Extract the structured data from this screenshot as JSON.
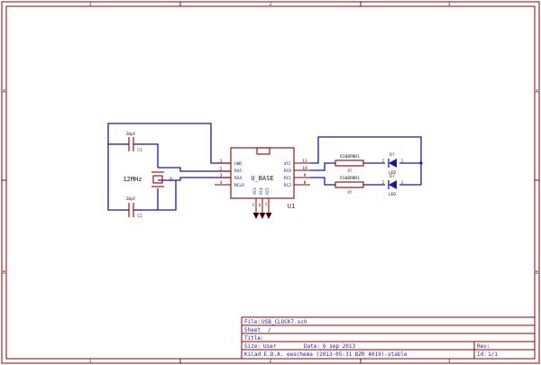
{
  "border": {
    "top_numbers": [
      "1",
      "2",
      "3"
    ],
    "bottom_numbers": [
      "1",
      "2",
      "3"
    ],
    "left_letters": [
      "A",
      "B"
    ],
    "right_letters": [
      "A",
      "B"
    ]
  },
  "oscillator": {
    "crystal_label": "12MHz",
    "crystal_ref": "X1",
    "cap_top_value": "20pF",
    "cap_top_ref": "C1",
    "cap_bottom_value": "20pF",
    "cap_bottom_ref": "C2"
  },
  "ic": {
    "name": "U_BASE",
    "ref": "U1",
    "left_pin_names": [
      "GND",
      "RA5",
      "RA4",
      "MCLR"
    ],
    "left_pin_numbers": [
      "1",
      "2",
      "3",
      "4"
    ],
    "right_pin_names": [
      "VCC",
      "RC0",
      "RC1",
      "RC2"
    ],
    "right_pin_numbers": [
      "11",
      "10",
      "9",
      "8"
    ],
    "bottom_pin_names": [
      "RC3",
      "RC4",
      "RC5"
    ],
    "bottom_pin_numbers": [
      "5",
      "6",
      "7"
    ]
  },
  "resistors": [
    {
      "name": "R100RNR1",
      "value": "R?"
    },
    {
      "name": "R100RNR1",
      "value": "R?"
    }
  ],
  "leds": [
    {
      "ref": "D?",
      "label": "LED",
      "pin_a": "2",
      "pin_k": "1"
    },
    {
      "ref": "D?",
      "label": "LED",
      "pin_a": "2",
      "pin_k": "1"
    }
  ],
  "title_block": {
    "file_label": "File:",
    "file_name": "USB_CLOCK7.sch",
    "sheet_label": "Sheet",
    "sheet_value": "/",
    "title_label": "Title:",
    "size_label": "Size:",
    "size_value": "User",
    "date_label": "Date:",
    "date_value": "6 sep 2013",
    "rev_label": "Rev:",
    "generator": "KiCad E.D.A.  eeschema (2013-05-31 BZR 4019)-stable",
    "id_label": "Id:",
    "id_value": "1/1"
  },
  "colors": {
    "frame": "#8b0000",
    "wire": "#008000",
    "label": "#1a1aa6"
  }
}
